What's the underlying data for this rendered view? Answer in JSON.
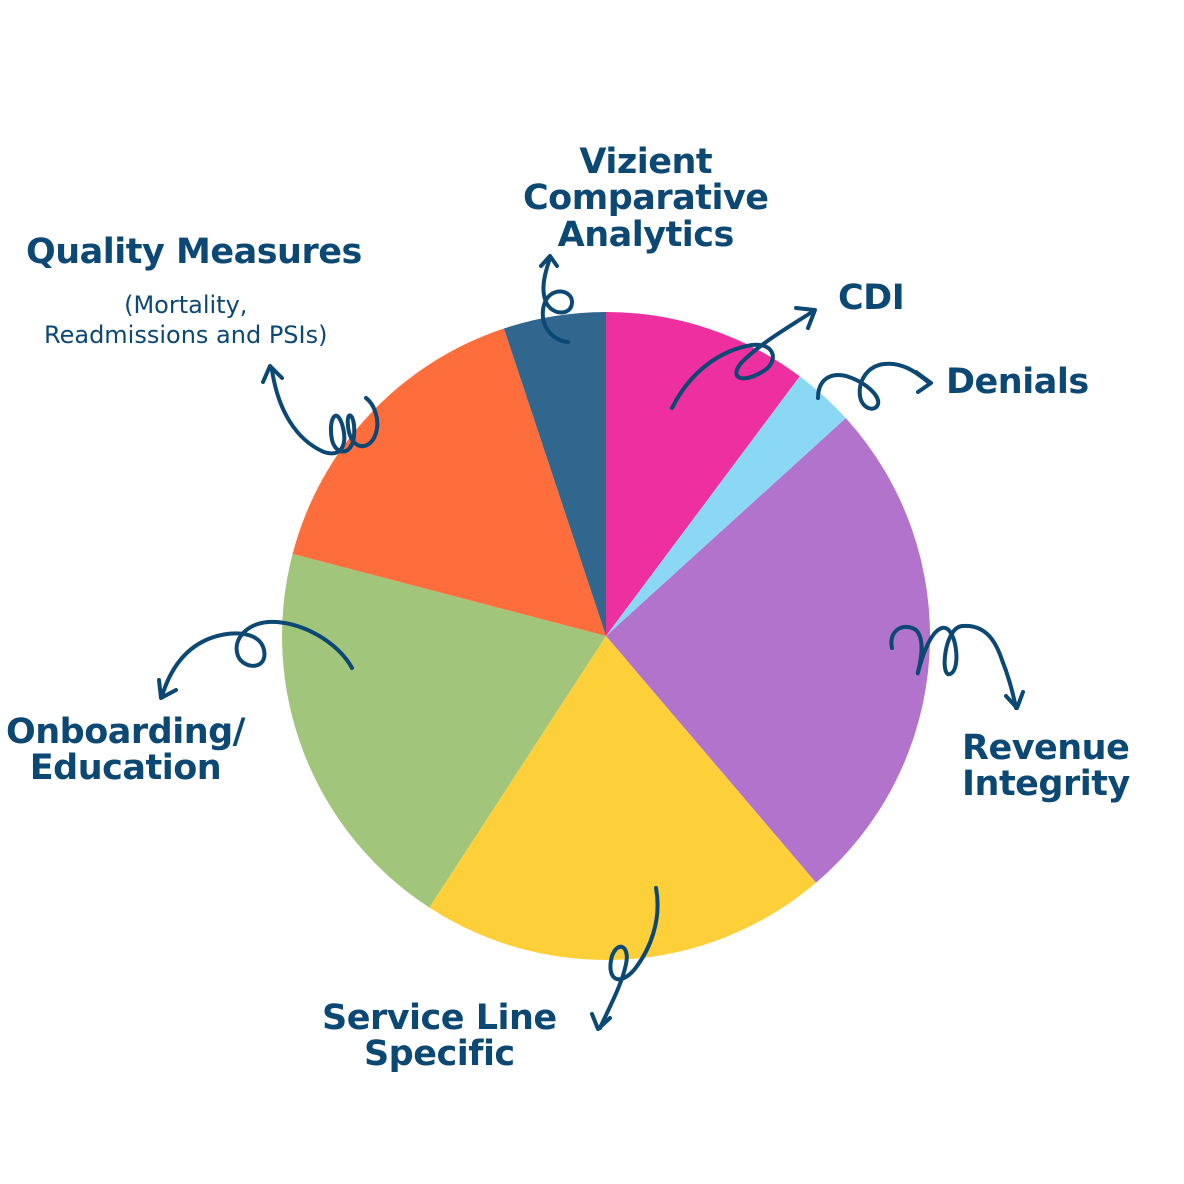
{
  "chart_data": {
    "type": "pie",
    "start": "top",
    "direction": "clockwise",
    "slices": [
      {
        "label": "CDI",
        "value": 10,
        "color": "#ee2f9f"
      },
      {
        "label": "Denials",
        "value": 3,
        "color": "#8bd8f5"
      },
      {
        "label": "Revenue Integrity",
        "value": 25,
        "color": "#b173cc"
      },
      {
        "label": "Service Line Specific",
        "value": 20,
        "color": "#fdd03a"
      },
      {
        "label": "Onboarding/ Education",
        "value": 19.5,
        "color": "#a1c57a"
      },
      {
        "label": "Quality Measures",
        "value": 15.5,
        "color": "#fe6e3c"
      },
      {
        "label": "Vizient Comparative Analytics",
        "value": 5,
        "color": "#31678e"
      }
    ],
    "annotations": {
      "vizient": "Vizient\nComparative\nAnalytics",
      "cdi": "CDI",
      "denials": "Denials",
      "revenue": "Revenue\nIntegrity",
      "service": "Service Line\nSpecific",
      "onboarding": "Onboarding/\nEducation",
      "quality": "Quality Measures",
      "quality_sub": "(Mortality,\nReadmissions and PSIs)"
    },
    "label_color": "#0b4874"
  }
}
